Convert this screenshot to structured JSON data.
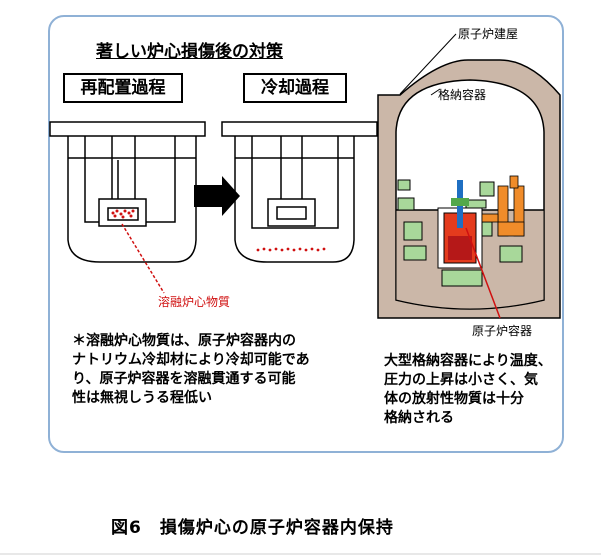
{
  "title": "著しい炉心損傷後の対策",
  "stages": {
    "left_label": "再配置過程",
    "right_label": "冷却過程"
  },
  "labels": {
    "molten_core": "溶融炉心物質",
    "reactor_building": "原子炉建屋",
    "containment_vessel": "格納容器",
    "reactor_vessel": "原子炉容器"
  },
  "notes": {
    "left": [
      "＊溶融炉心物質は、原子炉容器内の",
      "ナトリウム冷却材により冷却可能であ",
      "り、原子炉容器を溶融貫通する可能",
      "性は無視しうる程低い"
    ],
    "right": [
      "大型格納容器により温度、",
      "圧力の上昇は小さく、気",
      "体の放射性物質は十分",
      "格納される"
    ]
  },
  "caption": "図6　損傷炉心の原子炉容器内保持",
  "colors": {
    "panel_border": "#8fb1d6",
    "molten": "#d01010",
    "equipment": "#a8d89a",
    "building": "#cbb7a8"
  }
}
